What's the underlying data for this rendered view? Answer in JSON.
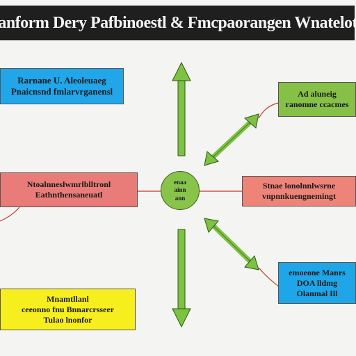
{
  "title": "Pranform Dery Pafbinoestl & Fmcpaorangen Wnatelothe",
  "center": {
    "lines": [
      "enaa",
      "ainn",
      "ann"
    ]
  },
  "boxes": {
    "blue_top": {
      "lines": [
        "Rarnane U. Aleoleuaeg",
        "Pnaicnsnd fmlarvrganensl"
      ],
      "color": "#21a6ea"
    },
    "green": {
      "lines": [
        "Ad aluneig",
        "ranomne ccacmes"
      ],
      "color": "#86c046"
    },
    "red_left": {
      "lines": [
        "Ntoalnneslwmrlblltronl",
        "Eathnthensaneuatl"
      ],
      "color": "#e97c78"
    },
    "red_right": {
      "lines": [
        "Stnae lonolnnlwsrne",
        "vnpnnkuengnemingt"
      ],
      "color": "#ee8378"
    },
    "blue_bottom": {
      "lines": [
        "emoeone Manrs",
        "DOA lldmg",
        "Olanmal Ill"
      ],
      "color": "#1ea6e8"
    },
    "yellow": {
      "lines": [
        "Mnamtllanl",
        "ceeonno fnu Bnnarcrsseer",
        "Tulao lnonfor"
      ],
      "color": "#f7ee1e"
    }
  },
  "colors": {
    "arrow": "#7dc242",
    "line": "#c0392b",
    "title_bar": "#1f1f1f",
    "background": "#f4f4f2"
  }
}
